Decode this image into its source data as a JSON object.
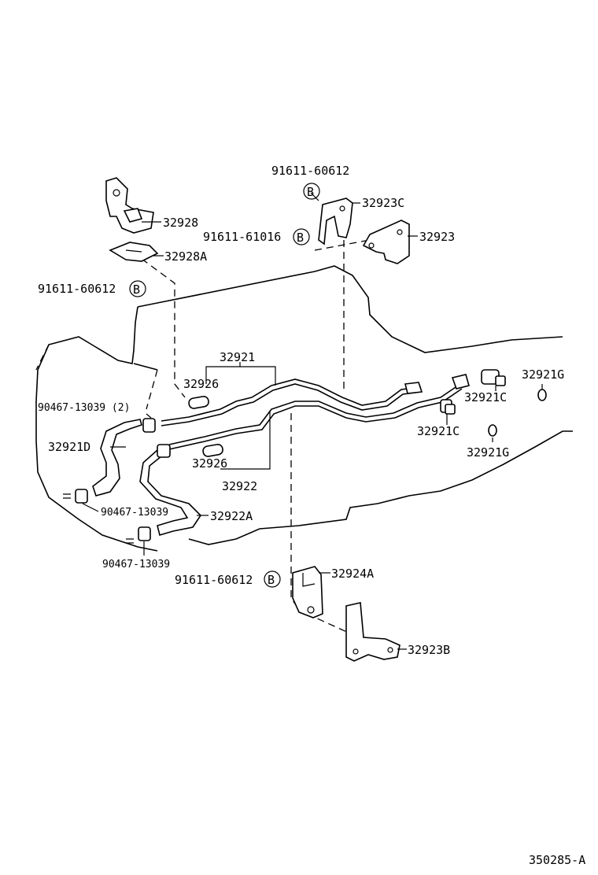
{
  "labels": {
    "p32928": "32928",
    "p32928A": "32928A",
    "bolt_left": "91611-60612",
    "bolt_top": "91611-60612",
    "bolt_mid": "91611-61016",
    "p32923C": "32923C",
    "p32923": "32923",
    "p32921": "32921",
    "p32926_a": "32926",
    "p32926_b": "32926",
    "p32922": "32922",
    "clamp_2": "90467-13039 (2)",
    "p32921D": "32921D",
    "clamp_mid": "90467-13039",
    "clamp_bot": "90467-13039",
    "p32922A": "32922A",
    "p32921G_a": "32921G",
    "p32921C_a": "32921C",
    "p32921C_b": "32921C",
    "p32921G_b": "32921G",
    "bolt_bottom": "91611-60612",
    "p32924A": "32924A",
    "p32923B": "32923B",
    "marker": "B",
    "figure_id": "350285-A"
  }
}
